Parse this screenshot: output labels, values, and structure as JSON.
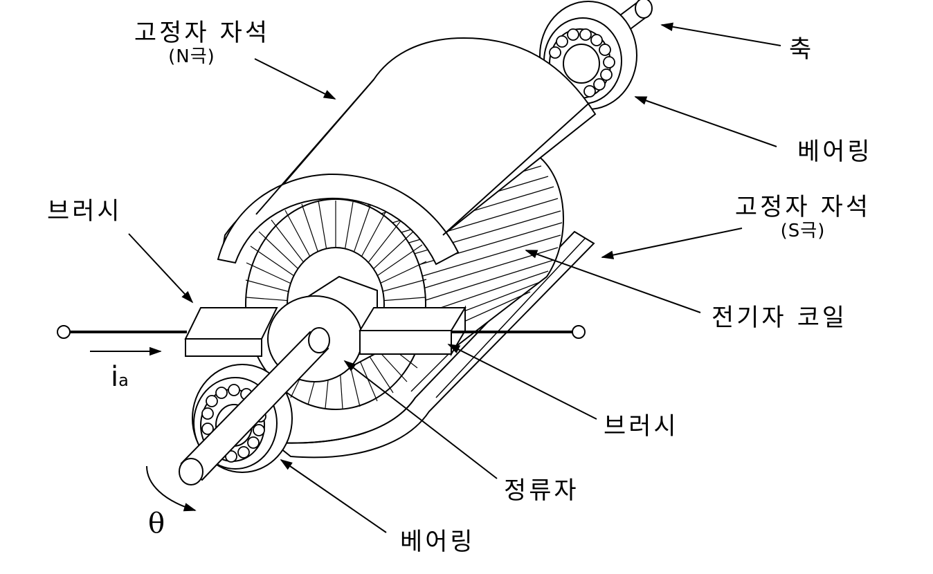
{
  "labels": {
    "stator_n": {
      "name": "고정자 자석",
      "pole": "(N극)"
    },
    "stator_s": {
      "name": "고정자 자석",
      "pole": "(S극)"
    },
    "shaft": "축",
    "bearing_top": "베어링",
    "bearing_bottom": "베어링",
    "brush_left": "브러시",
    "brush_right": "브러시",
    "armature_coil": "전기자 코일",
    "commutator": "정류자",
    "current": {
      "main": "i",
      "sub": "a"
    },
    "rotation": "θ"
  }
}
